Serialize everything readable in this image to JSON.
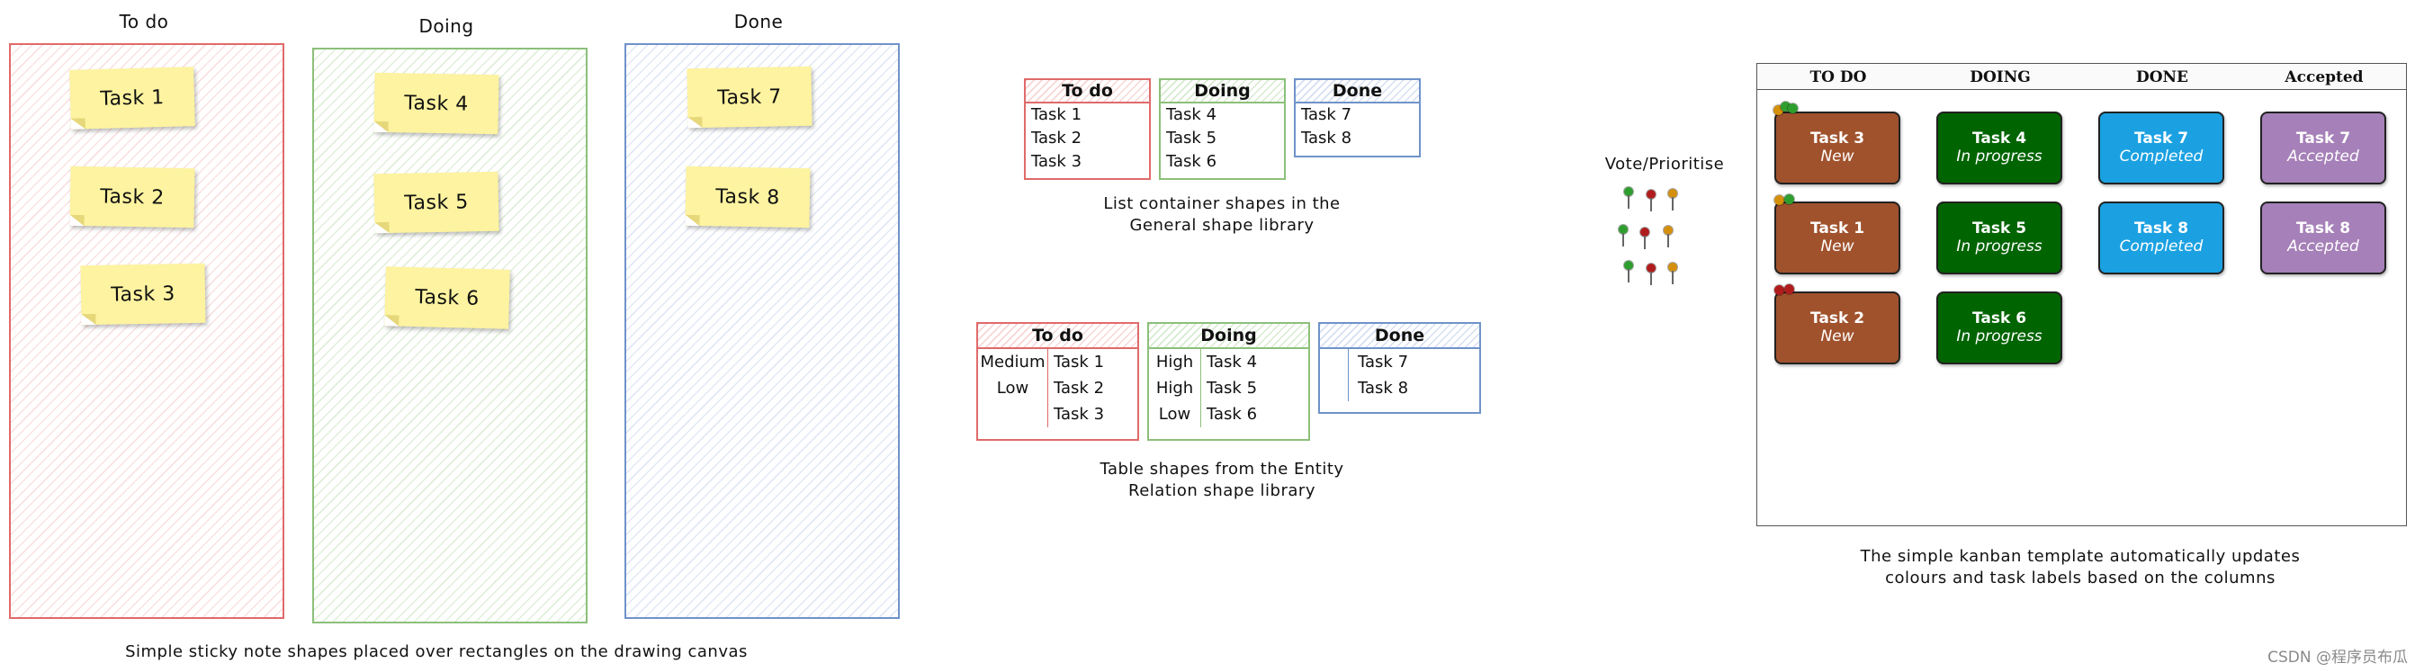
{
  "colors": {
    "red_border": "#e06a6a",
    "green_border": "#8cc07a",
    "blue_border": "#6f93c9",
    "sticky": "#fdf3a0",
    "card_new": "#a0522d",
    "card_progress": "#006400",
    "card_completed": "#1ba1e2",
    "card_accepted": "#a680b8",
    "pin_green": "#2e9e2e",
    "pin_red": "#b01c1c",
    "pin_orange": "#d4900a"
  },
  "sticky_board": {
    "columns": [
      {
        "title": "To do",
        "notes": [
          "Task 1",
          "Task 2",
          "Task 3"
        ]
      },
      {
        "title": "Doing",
        "notes": [
          "Task 4",
          "Task 5",
          "Task 6"
        ]
      },
      {
        "title": "Done",
        "notes": [
          "Task 7",
          "Task 8"
        ]
      }
    ],
    "caption": "Simple sticky note shapes placed over rectangles on the drawing canvas"
  },
  "list_shapes": {
    "lists": [
      {
        "title": "To do",
        "items": [
          "Task 1",
          "Task 2",
          "Task 3"
        ]
      },
      {
        "title": "Doing",
        "items": [
          "Task 4",
          "Task 5",
          "Task 6"
        ]
      },
      {
        "title": "Done",
        "items": [
          "Task 7",
          "Task 8"
        ]
      }
    ],
    "caption_line1": "List container shapes in the",
    "caption_line2": "General shape library"
  },
  "table_shapes": {
    "tables": [
      {
        "title": "To do",
        "rows": [
          [
            "Medium",
            "Task 1"
          ],
          [
            "Low",
            "Task 2"
          ],
          [
            "",
            "Task 3"
          ]
        ]
      },
      {
        "title": "Doing",
        "rows": [
          [
            "High",
            "Task 4"
          ],
          [
            "High",
            "Task 5"
          ],
          [
            "Low",
            "Task 6"
          ]
        ]
      },
      {
        "title": "Done",
        "rows": [
          [
            "",
            "Task 7"
          ],
          [
            "",
            "Task 8"
          ]
        ]
      }
    ],
    "caption_line1": "Table shapes from the Entity",
    "caption_line2": "Relation shape library"
  },
  "vote": {
    "label": "Vote/Prioritise",
    "pin_colors": [
      "green",
      "red",
      "orange"
    ]
  },
  "kanban_template": {
    "headers": [
      "TO DO",
      "DOING",
      "DONE",
      "Accepted"
    ],
    "columns": [
      {
        "cards": [
          {
            "title": "Task 3",
            "status": "New"
          },
          {
            "title": "Task 1",
            "status": "New"
          },
          {
            "title": "Task 2",
            "status": "New"
          }
        ]
      },
      {
        "cards": [
          {
            "title": "Task 4",
            "status": "In progress"
          },
          {
            "title": "Task 5",
            "status": "In progress"
          },
          {
            "title": "Task 6",
            "status": "In progress"
          }
        ]
      },
      {
        "cards": [
          {
            "title": "Task 7",
            "status": "Completed"
          },
          {
            "title": "Task 8",
            "status": "Completed"
          }
        ]
      },
      {
        "cards": [
          {
            "title": "Task 7",
            "status": "Accepted"
          },
          {
            "title": "Task 8",
            "status": "Accepted"
          }
        ]
      }
    ],
    "caption_line1": "The simple kanban template automatically updates",
    "caption_line2": "colours and task labels based on the columns"
  },
  "watermark": "CSDN @程序员布瓜"
}
